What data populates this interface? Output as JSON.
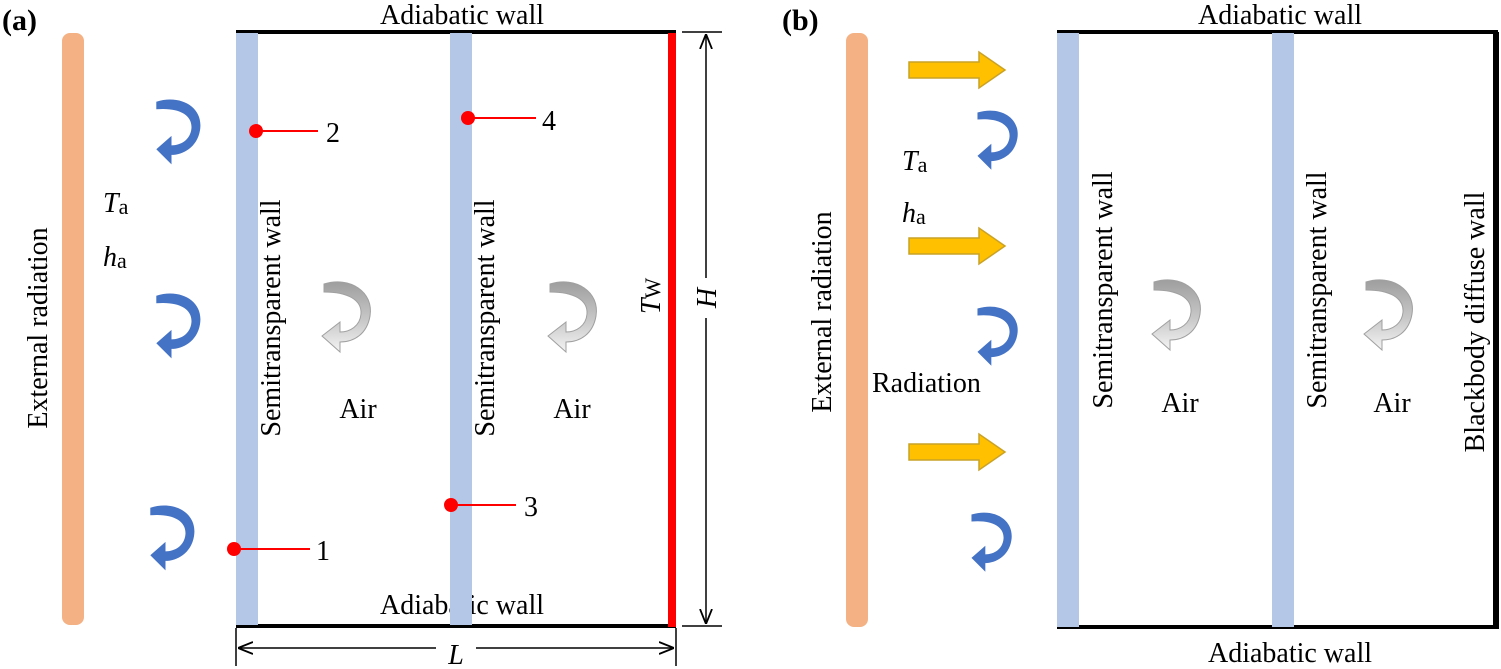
{
  "panel_a": {
    "label": "(a)",
    "top_wall": "Adiabatic wall",
    "bottom_wall": "Adiabatic wall",
    "external_radiation": "External radiation",
    "ta_symbol": "T",
    "ta_sub": "a",
    "ha_symbol": "h",
    "ha_sub": "a",
    "semi_wall_1": "Semitransparent wall",
    "semi_wall_2": "Semitransparent wall",
    "air_1": "Air",
    "air_2": "Air",
    "tw_symbol": "T",
    "tw_sub": "W",
    "height": "H",
    "length": "L",
    "points": [
      "1",
      "2",
      "3",
      "4"
    ],
    "colors": {
      "external_slab": "#F4B183",
      "semi_wall": "#B4C7E7",
      "heated_wall": "#FF0000",
      "point": "#FF0000",
      "convection_arrow": "#4472C4",
      "air_arrow": "#A6A6A6"
    },
    "icons": [
      "convection-curl-arrow-icon",
      "air-circulation-arrow-icon",
      "measurement-point-icon"
    ]
  },
  "panel_b": {
    "label": "(b)",
    "top_wall": "Adiabatic wall",
    "bottom_wall": "Adiabatic wall",
    "external_radiation": "External radiation",
    "ta_symbol": "T",
    "ta_sub": "a",
    "ha_symbol": "h",
    "ha_sub": "a",
    "radiation": "Radiation",
    "semi_wall_1": "Semitransparent wall",
    "semi_wall_2": "Semitransparent wall",
    "air_1": "Air",
    "air_2": "Air",
    "blackbody_wall": "Blackbody diffuse wall",
    "colors": {
      "radiation_arrow": "#FFC000"
    },
    "icons": [
      "radiation-arrow-icon",
      "convection-curl-arrow-icon",
      "air-circulation-arrow-icon"
    ]
  }
}
